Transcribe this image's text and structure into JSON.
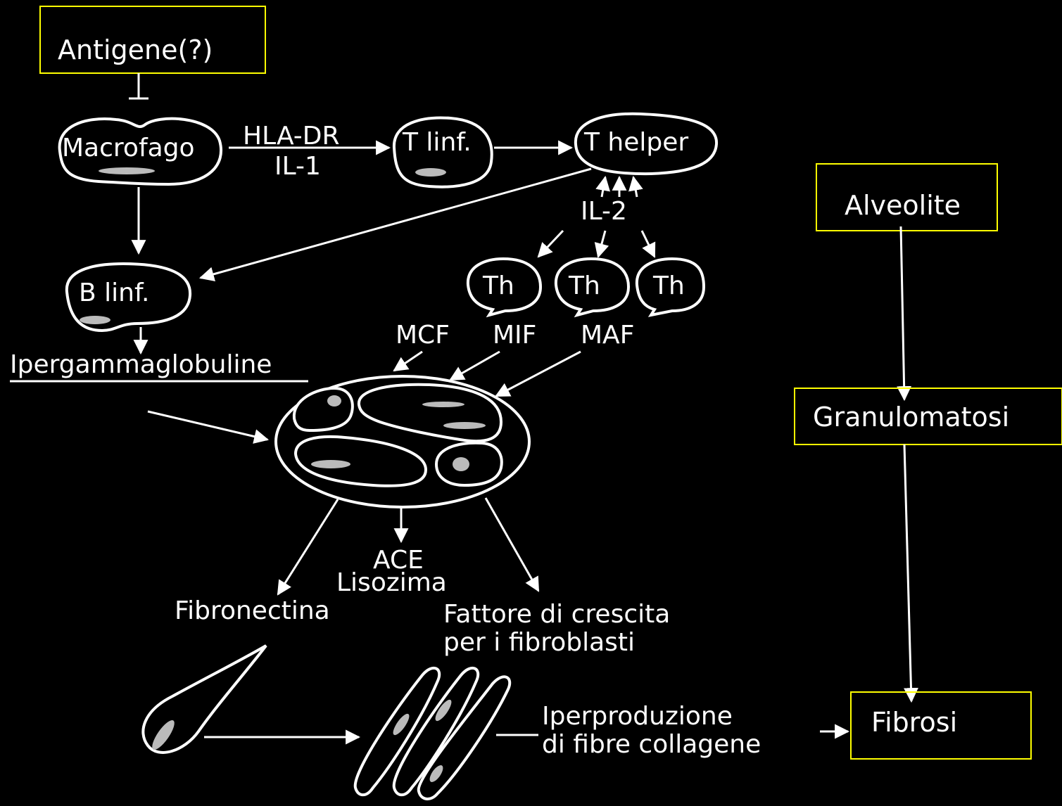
{
  "diagram": {
    "antigen": "Antigene(?)",
    "macrophage": "Macrofago",
    "hla_dr": "HLA-DR",
    "il1": "IL-1",
    "t_lymph": "T linf.",
    "t_helper": "T helper",
    "il2": "IL-2",
    "b_lymph": "B linf.",
    "th": "Th",
    "mcf": "MCF",
    "mif": "MIF",
    "maf": "MAF",
    "hypergamma": "Ipergammaglobuline",
    "ace": "ACE",
    "lysozyme": "Lisozima",
    "fibronectin": "Fibronectina",
    "growth_factor_1": "Fattore di crescita",
    "growth_factor_2": "per i fibroblasti",
    "overproduction_1": "Iperproduzione",
    "overproduction_2": "di fibre collagene"
  },
  "stages": {
    "alveolitis": "Alveolite",
    "granulomatosis": "Granulomatosi",
    "fibrosis": "Fibrosi"
  },
  "colors": {
    "background": "#000000",
    "highlight_box": "#ffff00",
    "ink": "#ffffff"
  }
}
